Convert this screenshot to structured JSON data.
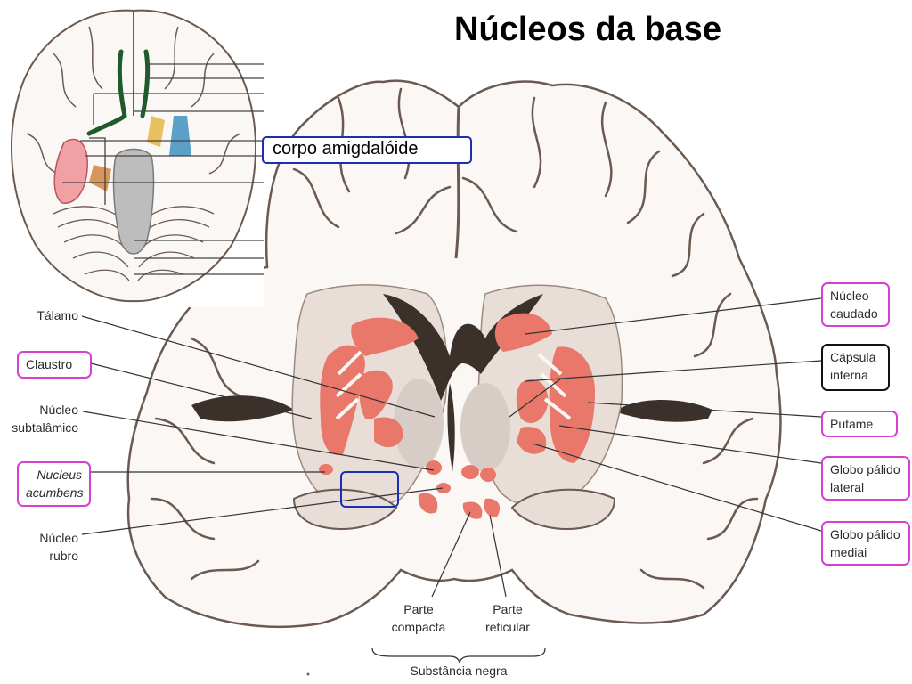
{
  "title": "Núcleos da base",
  "inset_callout": "corpo amigdalóide",
  "labels": {
    "talamo": "Tálamo",
    "claustro": "Claustro",
    "nucleo_subtalamico": [
      "Núcleo",
      "subtalâmico"
    ],
    "nucleus_acumbens": [
      "Nucleus",
      "acumbens"
    ],
    "nucleo_rubro": [
      "Núcleo",
      "rubro"
    ],
    "nucleo_caudado": [
      "Núcleo",
      "caudado"
    ],
    "capsula_interna": [
      "Cápsula",
      "interna"
    ],
    "putame": "Putame",
    "globo_palido_lateral": [
      "Globo pálido",
      "lateral"
    ],
    "globo_palido_mediai": [
      "Globo pálido",
      "mediai"
    ],
    "parte_compacta": [
      "Parte",
      "compacta"
    ],
    "parte_reticular": [
      "Parte",
      "reticular"
    ],
    "substancia_negra": "Substância negra"
  },
  "colors": {
    "label_box_border": "#d63fd1",
    "capsula_box_border": "#111111",
    "callout_border": "#1a2fb3",
    "basal_nuclei_fill": "#e9786a",
    "white_matter": "#fbf7f4",
    "gray_matter": "#e8ddd7"
  }
}
